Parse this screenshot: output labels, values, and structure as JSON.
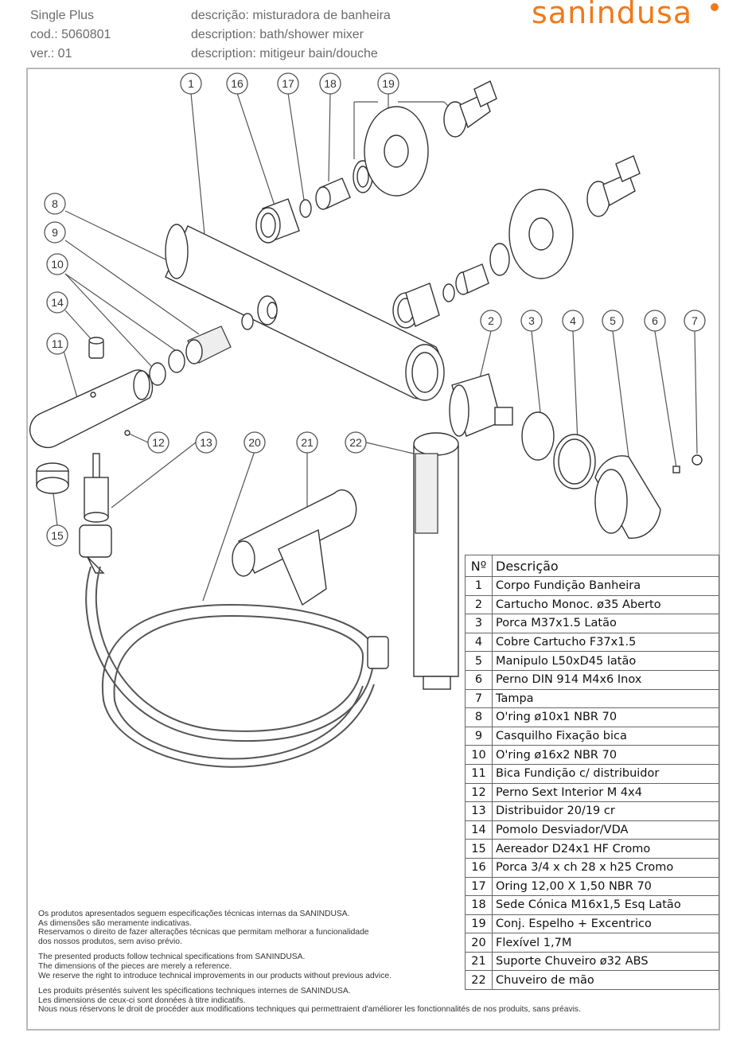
{
  "header": {
    "product": "Single Plus",
    "code": "cod.: 5060801",
    "version": "ver.: 01",
    "desc_pt": "descrição: misturadora de banheira",
    "desc_en": "description:  bath/shower mixer",
    "desc_fr": "description: mitigeur bain/douche",
    "logo": "sanindusa"
  },
  "table": {
    "col_no": "Nº",
    "col_desc": "Descrição",
    "rows": [
      {
        "n": "1",
        "d": "Corpo Fundição  Banheira"
      },
      {
        "n": "2",
        "d": "Cartucho Monoc. ø35 Aberto"
      },
      {
        "n": "3",
        "d": "Porca M37x1.5 Latão"
      },
      {
        "n": "4",
        "d": "Cobre Cartucho F37x1.5"
      },
      {
        "n": "5",
        "d": "Manipulo L50xD45 latão"
      },
      {
        "n": "6",
        "d": "Perno DIN 914 M4x6 Inox"
      },
      {
        "n": "7",
        "d": "Tampa"
      },
      {
        "n": "8",
        "d": "O'ring ø10x1 NBR 70"
      },
      {
        "n": "9",
        "d": "Casquilho Fixação bica"
      },
      {
        "n": "10",
        "d": "O'ring ø16x2 NBR 70"
      },
      {
        "n": "11",
        "d": "Bica Fundição c/ distribuidor"
      },
      {
        "n": "12",
        "d": "Perno Sext Interior M 4x4"
      },
      {
        "n": "13",
        "d": "Distribuidor 20/19 cr"
      },
      {
        "n": "14",
        "d": "Pomolo Desviador/VDA"
      },
      {
        "n": "15",
        "d": "Aereador D24x1 HF Cromo"
      },
      {
        "n": "16",
        "d": "Porca 3/4 x ch 28 x h25 Cromo"
      },
      {
        "n": "17",
        "d": "Oring 12,00 X 1,50 NBR 70"
      },
      {
        "n": "18",
        "d": "Sede Cónica M16x1,5 Esq Latão"
      },
      {
        "n": "19",
        "d": "Conj. Espelho + Excentrico"
      },
      {
        "n": "20",
        "d": "Flexível 1,7M"
      },
      {
        "n": "21",
        "d": "Suporte Chuveiro ø32 ABS"
      },
      {
        "n": "22",
        "d": "Chuveiro de mão"
      }
    ]
  },
  "notes": {
    "pt": [
      "Os produtos apresentados seguem especificações técnicas internas da SANINDUSA.",
      "As dimensões são meramente indicativas.",
      "Reservamos o direito de fazer alterações técnicas que permitam melhorar a funcionalidade",
      "dos nossos produtos, sem aviso prévio."
    ],
    "en": [
      "The presented products follow technical specifications from SANINDUSA.",
      "The dimensions of the pieces are merely a reference.",
      "We reserve the right to introduce technical improvements in our products without previous advice."
    ],
    "fr": [
      "Les produits présentés suivent les spécifications techniques internes de SANINDUSA.",
      "Les dimensions de ceux-ci sont données à titre indicatifs.",
      "Nous nous réservons le droit de procéder aux modifications techniques qui permettraient d'améliorer les fonctionnalités de nos produits, sans préavis."
    ]
  },
  "callouts": [
    "1",
    "2",
    "3",
    "4",
    "5",
    "6",
    "7",
    "8",
    "9",
    "10",
    "11",
    "12",
    "13",
    "14",
    "15",
    "16",
    "17",
    "18",
    "19",
    "20",
    "21",
    "22"
  ],
  "colors": {
    "brand": "#f07a1a",
    "frame": "#b9b9b9",
    "line": "#333333"
  }
}
